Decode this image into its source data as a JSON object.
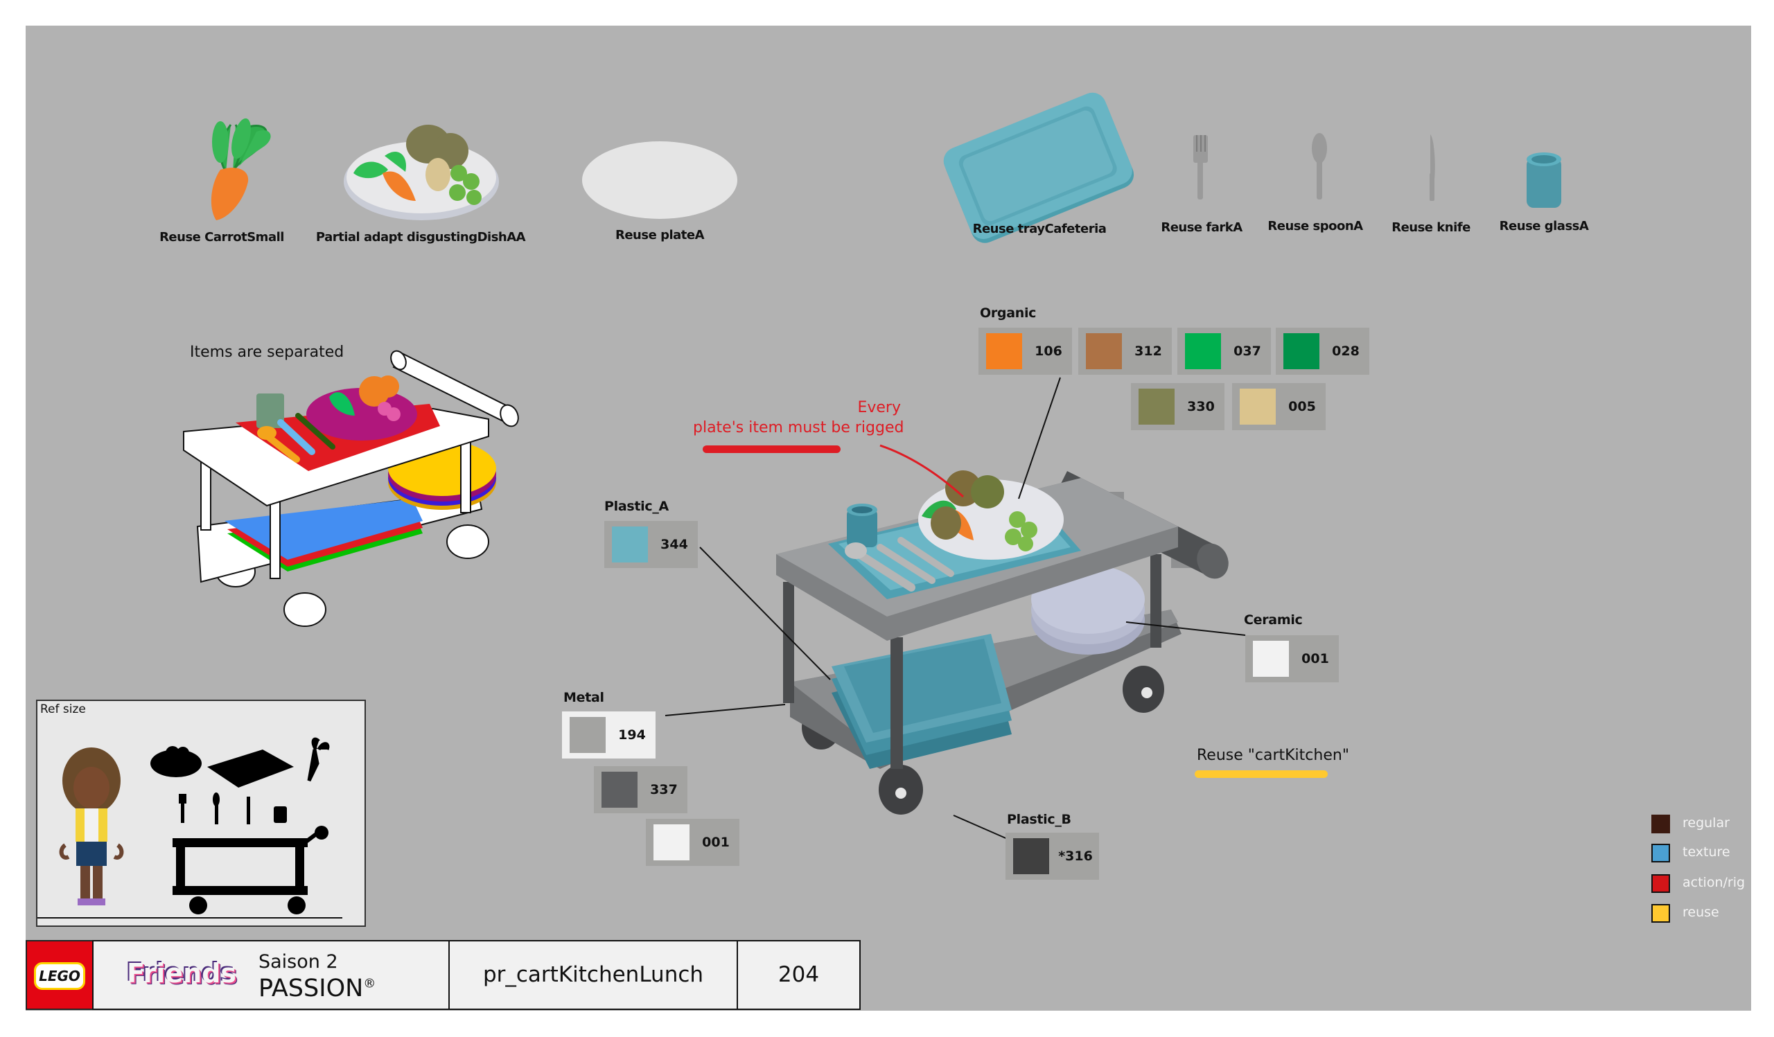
{
  "assets": [
    {
      "caption": "Reuse CarrotSmall",
      "icon": "carrot-icon"
    },
    {
      "caption": "Partial adapt disgustingDishAA",
      "icon": "dish-icon"
    },
    {
      "caption": "Reuse plateA",
      "icon": "plate-icon"
    },
    {
      "caption": "Reuse trayCafeteria",
      "icon": "tray-icon"
    },
    {
      "caption": "Reuse farkA",
      "icon": "fork-icon"
    },
    {
      "caption": "Reuse spoonA",
      "icon": "spoon-icon"
    },
    {
      "caption": "Reuse knife",
      "icon": "knife-icon"
    },
    {
      "caption": "Reuse glassA",
      "icon": "glass-icon"
    }
  ],
  "sketch": {
    "title": "Items are separated"
  },
  "annotations": {
    "rig_note_line1": "Every",
    "rig_note_line2": "plate's item must be rigged",
    "reuse_note": "Reuse \"cartKitchen\""
  },
  "materials": {
    "organic": {
      "label": "Organic",
      "swatches": [
        {
          "code": "106",
          "color": "#f47f20"
        },
        {
          "code": "312",
          "color": "#ad7245"
        },
        {
          "code": "037",
          "color": "#00b04f"
        },
        {
          "code": "028",
          "color": "#00924a"
        },
        {
          "code": "330",
          "color": "#808252"
        },
        {
          "code": "005",
          "color": "#dbc48d"
        }
      ]
    },
    "plastic_a": {
      "label": "Plastic_A",
      "swatches": [
        {
          "code": "344",
          "color": "#6bb3c2"
        }
      ]
    },
    "metal": {
      "label": "Metal",
      "swatches": [
        {
          "code": "194",
          "color": "#a3a3a1"
        },
        {
          "code": "337",
          "color": "#5e5f61"
        },
        {
          "code": "001",
          "color": "#f2f2f2"
        }
      ]
    },
    "ceramic": {
      "label": "Ceramic",
      "swatches": [
        {
          "code": "001",
          "color": "#f2f2f2"
        }
      ]
    },
    "plastic_b": {
      "label": "Plastic_B",
      "swatches": [
        {
          "code": "*316",
          "color": "#404040"
        }
      ]
    }
  },
  "legend": [
    {
      "label": "regular",
      "color": "#3c1a10"
    },
    {
      "label": "texture",
      "color": "#4ba0d2"
    },
    {
      "label": "action/rig",
      "color": "#d31518"
    },
    {
      "label": "reuse",
      "color": "#ffc930"
    }
  ],
  "ref_size": {
    "title": "Ref size"
  },
  "footer": {
    "brand": "LEGO",
    "series_logo": "Friends",
    "season": "Saison 2",
    "season_title": "PASSION",
    "registered": "®",
    "asset_name": "pr_cartKitchenLunch",
    "page_number": "204"
  },
  "colors": {
    "background": "#b2b2b2",
    "annotation_red": "#de1c24",
    "reuse_yellow": "#ffc930",
    "tray_blue": "#5fb1c1",
    "metal_dark": "#5a5c5e"
  }
}
